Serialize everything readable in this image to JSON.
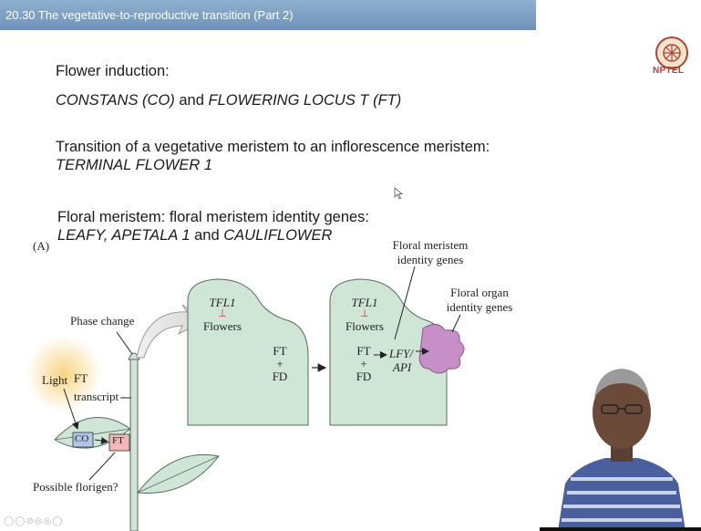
{
  "slide": {
    "title": "20.30 The vegetative-to-reproductive transition (Part 2)",
    "logo_text": "NPTEL",
    "flower_induction": "Flower induction:",
    "co_ft": "CONSTANS (CO)",
    "and1": "and",
    "ft_gene": "FLOWERING LOCUS T (FT)",
    "transition": "Transition of a vegetative meristem to an inflorescence meristem:",
    "terminal_flower": "TERMINAL FLOWER 1",
    "floral_meristem": "Floral meristem: floral meristem identity genes:",
    "leafy_ap1": "LEAFY, APETALA 1",
    "and2": "and",
    "cauliflower": "CAULIFLOWER"
  },
  "diagram": {
    "panel_label": "(A)",
    "phase_change": "Phase change",
    "light": "Light",
    "ft_transcript_1": "FT",
    "ft_transcript_2": "transcript",
    "co_box": "CO",
    "ft_box": "FT",
    "possible_florigen": "Possible florigen?",
    "meristem1": {
      "tfl1": "TFL1",
      "inhibit": "⊥",
      "flowers": "Flowers",
      "ft": "FT",
      "plus": "+",
      "fd": "FD"
    },
    "meristem2": {
      "tfl1": "TFL1",
      "inhibit": "⊥",
      "flowers": "Flowers",
      "ft": "FT",
      "plus": "+",
      "fd": "FD",
      "lfy": "LFY/",
      "api": "API"
    },
    "floral_meristem_identity_1": "Floral meristem",
    "floral_meristem_identity_2": "identity genes",
    "floral_organ_1": "Floral organ",
    "floral_organ_2": "identity genes"
  },
  "colors": {
    "title_bar": "#7b9ec2",
    "meristem_fill": "#cfe6d7",
    "floral_organ_fill": "#c78fc7",
    "co_box": "#b3c6e6",
    "ft_box": "#f2b8b5",
    "light_glow": "#f7d27a"
  }
}
